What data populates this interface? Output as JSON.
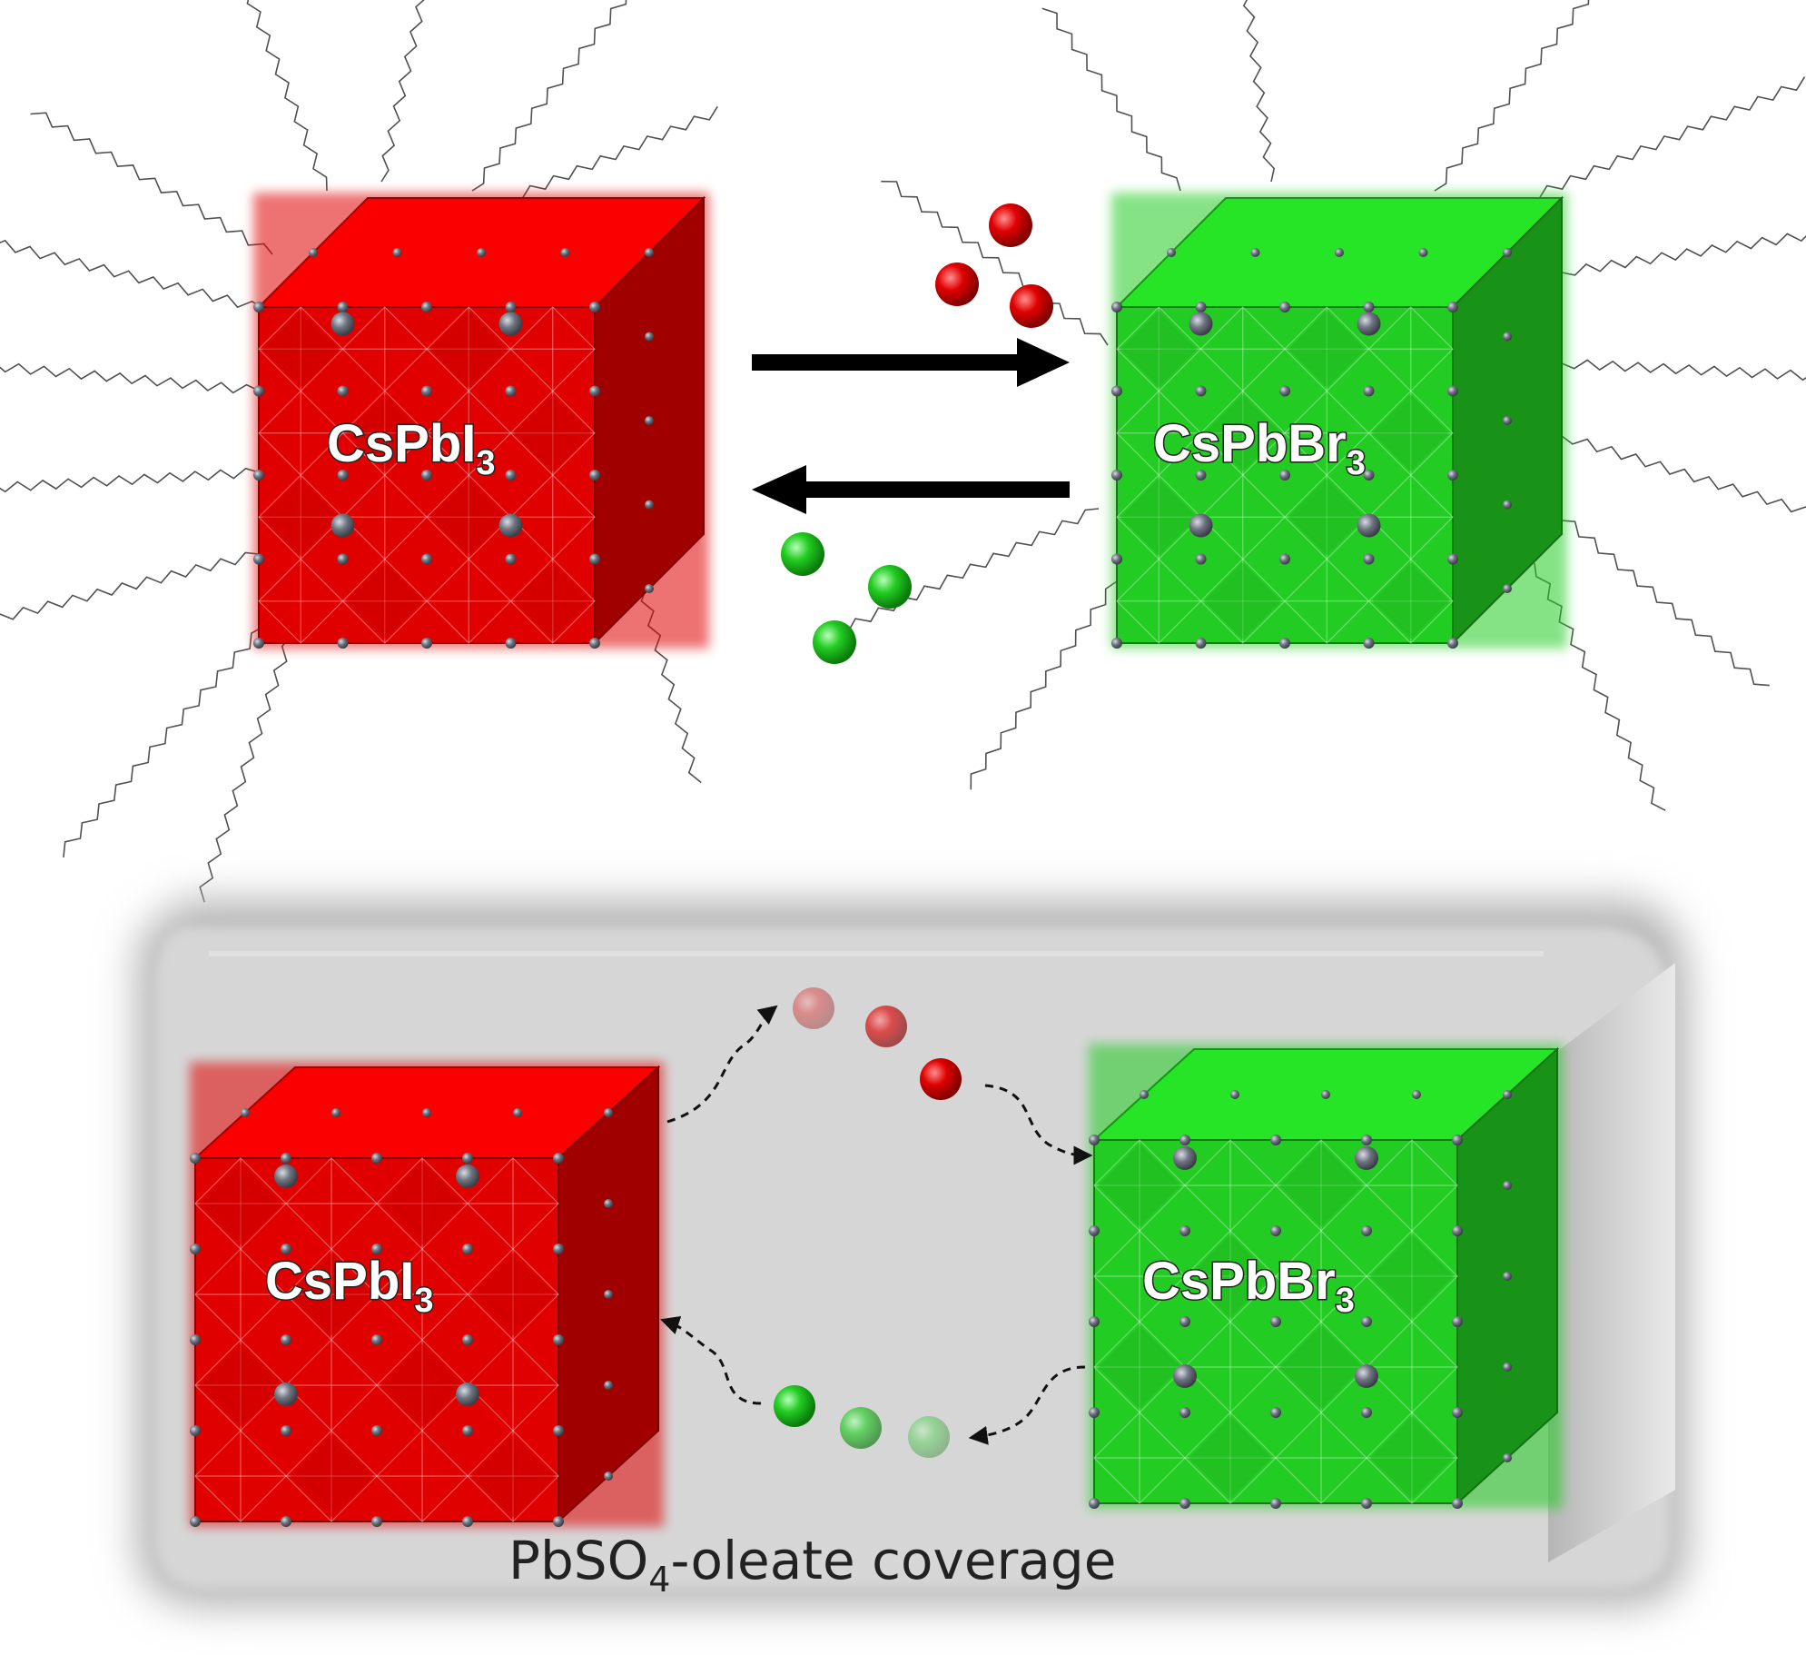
{
  "top_panel": {
    "left_cube": {
      "name": "CsPbI",
      "subscript": "3",
      "color": "#e00000"
    },
    "right_cube": {
      "name": "CsPbBr",
      "subscript": "3",
      "color": "#22cc22"
    },
    "arrows": [
      "forward",
      "backward"
    ],
    "ion_colors": {
      "halide_out": "#dd0000",
      "halide_in": "#22cc22"
    }
  },
  "bottom_panel": {
    "left_cube": {
      "name": "CsPbI",
      "subscript": "3",
      "color": "#e00000"
    },
    "right_cube": {
      "name": "CsPbBr",
      "subscript": "3",
      "color": "#22cc22"
    },
    "caption": {
      "prefix": "PbSO",
      "subscript": "4",
      "suffix": "-oleate coverage"
    },
    "shell_color": "#d4d4d4"
  },
  "atom_color": "#6e7480",
  "ligand_color": "#333333"
}
